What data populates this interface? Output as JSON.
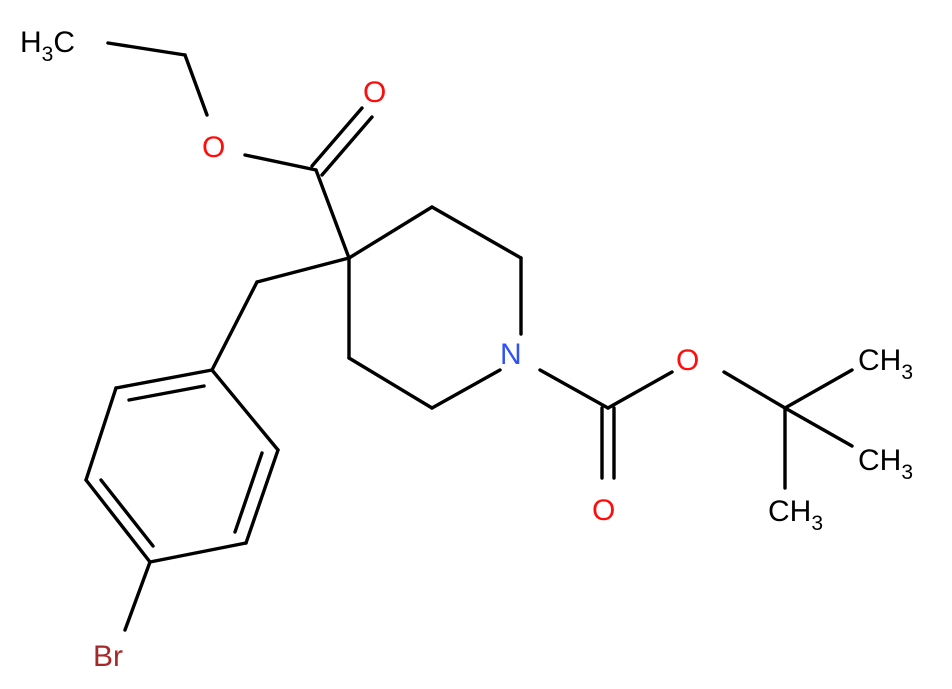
{
  "molecule": {
    "atoms": {
      "methyl_ethyl": {
        "main": "H",
        "sub": "3",
        "tail": "C"
      },
      "ester_o": "O",
      "carbonyl_o_top": "O",
      "nitrogen": "N",
      "carbamate_o": "O",
      "carbonyl_o_bottom": "O",
      "methyl_1": {
        "main": "CH",
        "sub": "3"
      },
      "methyl_2": {
        "main": "CH",
        "sub": "3"
      },
      "methyl_3": {
        "main": "CH",
        "sub": "3"
      },
      "bromine": "Br"
    },
    "colors": {
      "bond": "#000000",
      "carbon": "#000000",
      "oxygen": "#ff0d0d",
      "nitrogen": "#3050f8",
      "bromine": "#a62929"
    }
  }
}
